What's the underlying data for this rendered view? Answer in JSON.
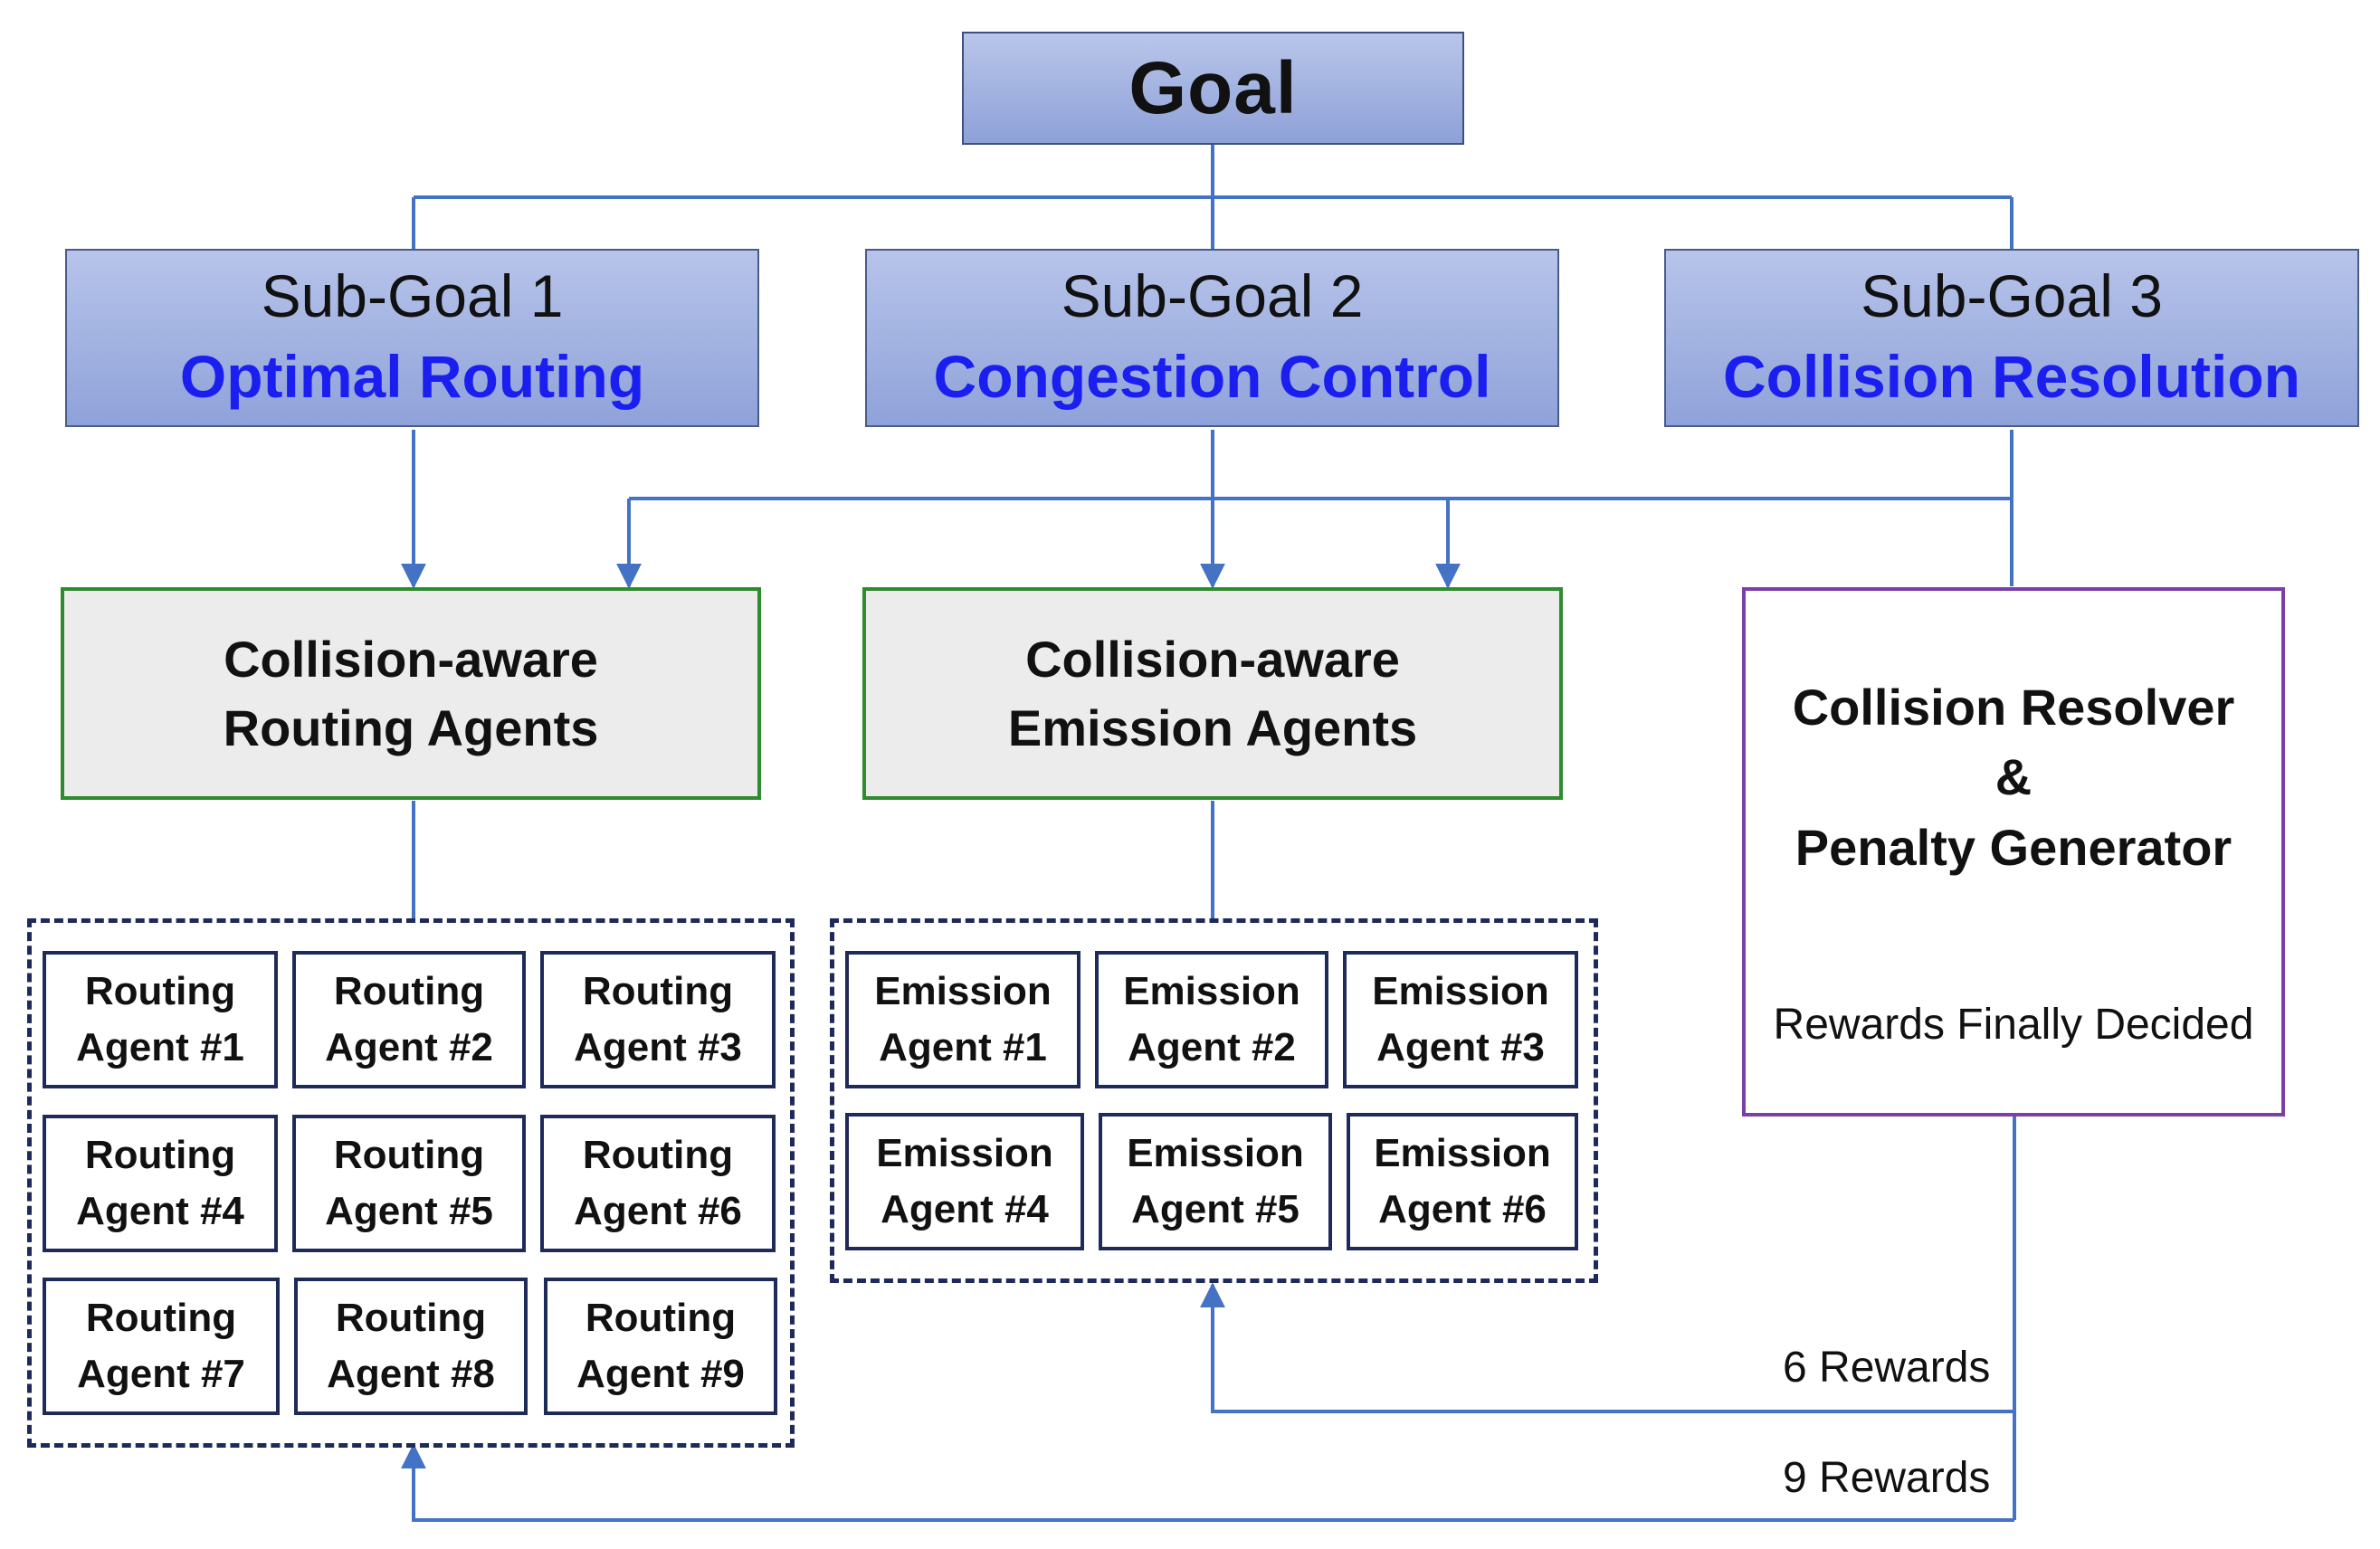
{
  "goal": {
    "title": "Goal"
  },
  "subgoals": [
    {
      "number": "Sub-Goal 1",
      "name": "Optimal Routing"
    },
    {
      "number": "Sub-Goal 2",
      "name": "Congestion Control"
    },
    {
      "number": "Sub-Goal 3",
      "name": "Collision Resolution"
    }
  ],
  "agent_groups": {
    "routing": {
      "line1": "Collision-aware",
      "line2": "Routing Agents"
    },
    "emission": {
      "line1": "Collision-aware",
      "line2": "Emission Agents"
    }
  },
  "resolver": {
    "line1": "Collision Resolver",
    "line2": "&",
    "line3": "Penalty Generator",
    "note": "Rewards Finally Decided"
  },
  "routing_agents": [
    {
      "line1": "Routing",
      "line2": "Agent #1"
    },
    {
      "line1": "Routing",
      "line2": "Agent #2"
    },
    {
      "line1": "Routing",
      "line2": "Agent #3"
    },
    {
      "line1": "Routing",
      "line2": "Agent #4"
    },
    {
      "line1": "Routing",
      "line2": "Agent #5"
    },
    {
      "line1": "Routing",
      "line2": "Agent #6"
    },
    {
      "line1": "Routing",
      "line2": "Agent #7"
    },
    {
      "line1": "Routing",
      "line2": "Agent #8"
    },
    {
      "line1": "Routing",
      "line2": "Agent #9"
    }
  ],
  "emission_agents": [
    {
      "line1": "Emission",
      "line2": "Agent #1"
    },
    {
      "line1": "Emission",
      "line2": "Agent #2"
    },
    {
      "line1": "Emission",
      "line2": "Agent #3"
    },
    {
      "line1": "Emission",
      "line2": "Agent #4"
    },
    {
      "line1": "Emission",
      "line2": "Agent #5"
    },
    {
      "line1": "Emission",
      "line2": "Agent #6"
    }
  ],
  "rewards": {
    "emission": "6 Rewards",
    "routing": "9 Rewards"
  },
  "colors": {
    "connector": "#4472c4",
    "subgoal_name": "#1a1ff0",
    "agent_group_border": "#2e8b2e",
    "resolver_border": "#7b3fa8",
    "agent_border": "#1e2a5a"
  }
}
